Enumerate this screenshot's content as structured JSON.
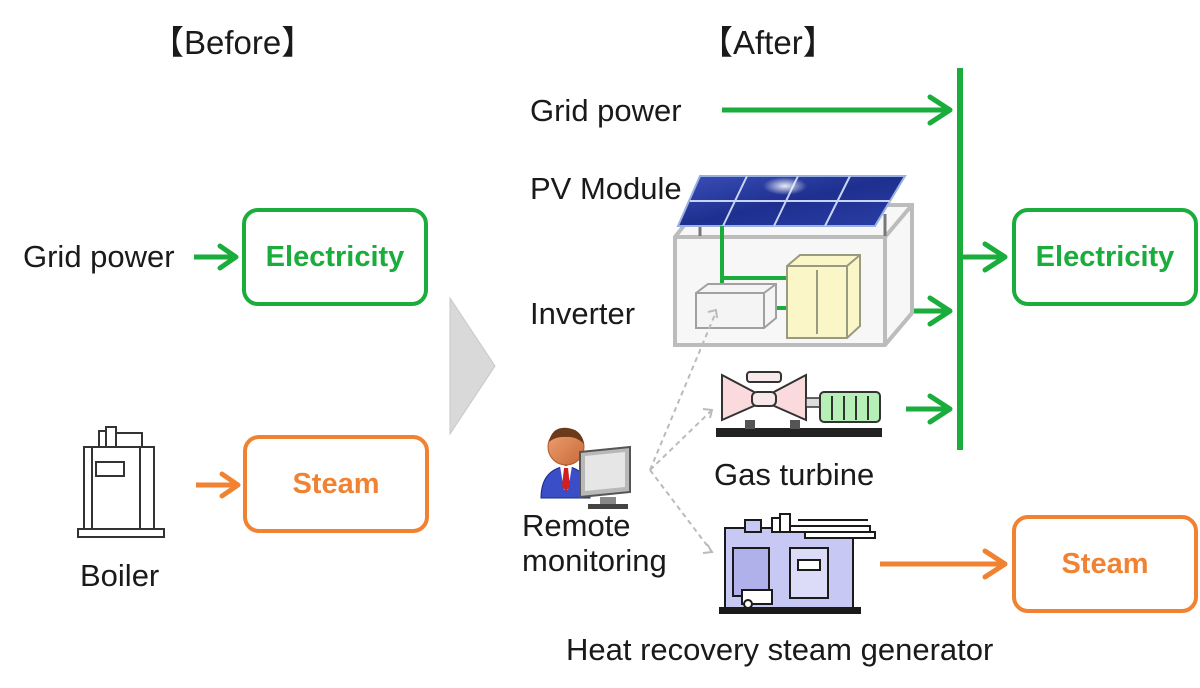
{
  "before": {
    "header": "【Before】",
    "grid_power_label": "Grid power",
    "electricity_label": "Electricity",
    "boiler_label": "Boiler",
    "steam_label": "Steam"
  },
  "after": {
    "header": "【After】",
    "grid_power_label": "Grid power",
    "pv_module_label": "PV Module",
    "inverter_label": "Inverter",
    "gas_turbine_label": "Gas turbine",
    "remote_monitoring_label_line1": "Remote",
    "remote_monitoring_label_line2": "monitoring",
    "hrsg_label": "Heat recovery steam generator",
    "electricity_label": "Electricity",
    "steam_label": "Steam"
  },
  "colors": {
    "electricity": "#1aad3c",
    "steam": "#f08231",
    "transition_arrow": "#d9d9d9"
  },
  "icons": [
    "boiler-icon",
    "pv-module-icon",
    "inverter-icon",
    "battery-cabinet-icon",
    "gas-turbine-icon",
    "remote-monitoring-person-icon",
    "heat-recovery-steam-generator-icon"
  ]
}
